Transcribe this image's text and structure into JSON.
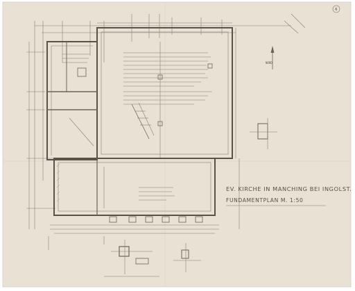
{
  "drawing": {
    "title_line1": "EV. KIRCHE IN MANCHING BEI INGOLST.",
    "title_line2": "FUNDAMENTPLAN M. 1:50",
    "sheet_number": "6",
    "north_label": "NORD"
  },
  "colors": {
    "paper": "#e8e1d4",
    "ink": "#6d6257",
    "ink_dark": "#4f463e",
    "background": "#ffffff"
  }
}
